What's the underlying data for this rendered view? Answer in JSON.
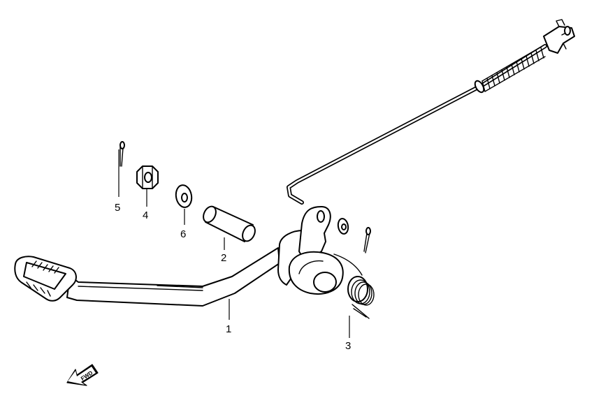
{
  "callouts": [
    {
      "key": "p1",
      "label": "1"
    },
    {
      "key": "p2",
      "label": "2"
    },
    {
      "key": "p3",
      "label": "3"
    },
    {
      "key": "p4",
      "label": "4"
    },
    {
      "key": "p5",
      "label": "5"
    },
    {
      "key": "p6",
      "label": "6"
    }
  ],
  "direction_arrow": {
    "label": "FWD"
  }
}
